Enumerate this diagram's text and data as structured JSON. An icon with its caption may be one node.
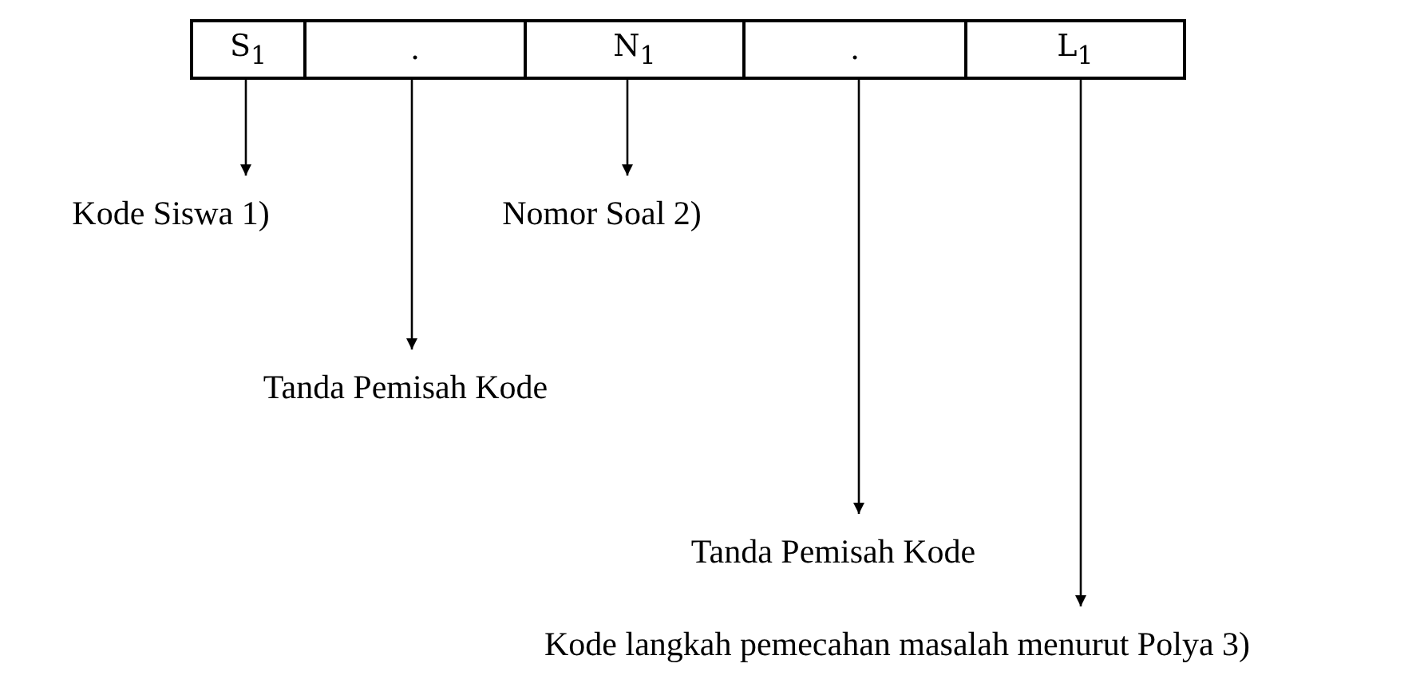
{
  "diagram": {
    "nodes": [
      {
        "text": [
          "S$_{1}$"
        ]
      },
      {
        "text": [
          "."
        ]
      },
      {
        "text": [
          "N$_{1}$"
        ]
      },
      {
        "text": [
          "."
        ]
      },
      {
        "text": [
          "L$_{1}$"
        ]
      },
      {
        "text": [
          "Kode Siswa 1)"
        ]
      },
      {
        "text": [
          "Tanda Pemisah Kode"
        ]
      },
      {
        "text": [
          "Nomor Soal 2)"
        ]
      },
      {
        "text": [
          "Tanda Pemisah Kode"
        ]
      },
      {
        "text": [
          "Kode langkah pemecahan masalah menurut Polya 3)"
        ]
      }
    ],
    "edges": [
      {
        "from": 0,
        "to": 5,
        "arrow": "to"
      },
      {
        "from": 1,
        "to": 6,
        "arrow": "to"
      },
      {
        "from": 2,
        "to": 7,
        "arrow": "to"
      },
      {
        "from": 3,
        "to": 8,
        "arrow": "to"
      },
      {
        "from": 4,
        "to": 9,
        "arrow": "to"
      }
    ]
  }
}
